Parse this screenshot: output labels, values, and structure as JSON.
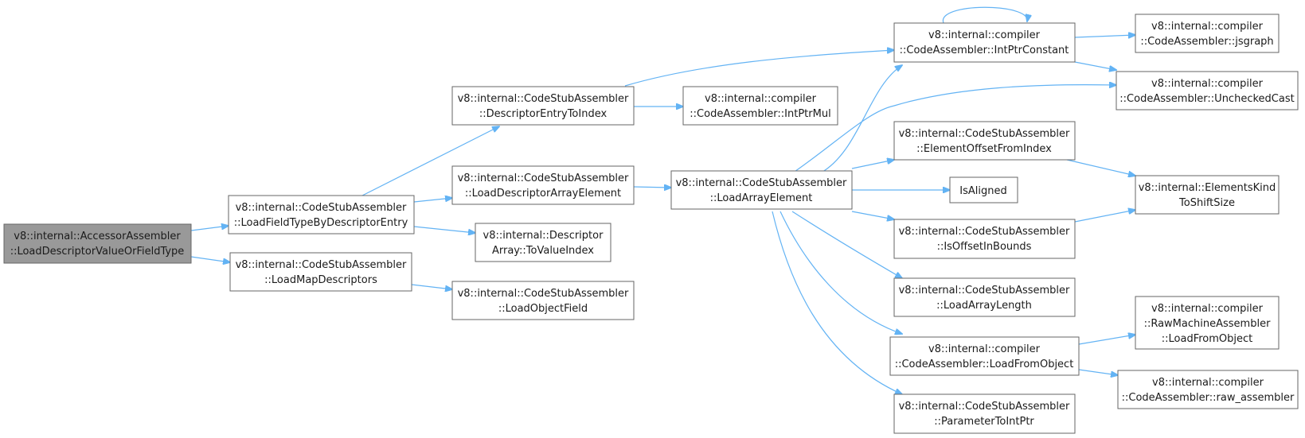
{
  "diagram": {
    "root": {
      "line1": "v8::internal::AccessorAssembler",
      "line2": "::LoadDescriptorValueOrFieldType"
    },
    "nodes": {
      "load_field_type": {
        "line1": "v8::internal::CodeStubAssembler",
        "line2": "::LoadFieldTypeByDescriptorEntry"
      },
      "load_map_descriptors": {
        "line1": "v8::internal::CodeStubAssembler",
        "line2": "::LoadMapDescriptors"
      },
      "descriptor_entry_to_index": {
        "line1": "v8::internal::CodeStubAssembler",
        "line2": "::DescriptorEntryToIndex"
      },
      "load_descriptor_array_element": {
        "line1": "v8::internal::CodeStubAssembler",
        "line2": "::LoadDescriptorArrayElement"
      },
      "to_value_index": {
        "line1": "v8::internal::Descriptor",
        "line2": "Array::ToValueIndex"
      },
      "load_object_field": {
        "line1": "v8::internal::CodeStubAssembler",
        "line2": "::LoadObjectField"
      },
      "intptr_mul": {
        "line1": "v8::internal::compiler",
        "line2": "::CodeAssembler::IntPtrMul"
      },
      "load_array_element": {
        "line1": "v8::internal::CodeStubAssembler",
        "line2": "::LoadArrayElement"
      },
      "intptr_constant": {
        "line1": "v8::internal::compiler",
        "line2": "::CodeAssembler::IntPtrConstant"
      },
      "element_offset_from_index": {
        "line1": "v8::internal::CodeStubAssembler",
        "line2": "::ElementOffsetFromIndex"
      },
      "is_aligned": {
        "line1": "IsAligned"
      },
      "is_offset_in_bounds": {
        "line1": "v8::internal::CodeStubAssembler",
        "line2": "::IsOffsetInBounds"
      },
      "load_array_length": {
        "line1": "v8::internal::CodeStubAssembler",
        "line2": "::LoadArrayLength"
      },
      "load_from_object": {
        "line1": "v8::internal::compiler",
        "line2": "::CodeAssembler::LoadFromObject"
      },
      "parameter_to_intptr": {
        "line1": "v8::internal::CodeStubAssembler",
        "line2": "::ParameterToIntPtr"
      },
      "jsgraph": {
        "line1": "v8::internal::compiler",
        "line2": "::CodeAssembler::jsgraph"
      },
      "unchecked_cast": {
        "line1": "v8::internal::compiler",
        "line2": "::CodeAssembler::UncheckedCast"
      },
      "elements_kind_to_shift_size": {
        "line1": "v8::internal::ElementsKind",
        "line2": "ToShiftSize"
      },
      "rma_load_from_object": {
        "line1": "v8::internal::compiler",
        "line2": "::RawMachineAssembler",
        "line3": "::LoadFromObject"
      },
      "raw_assembler": {
        "line1": "v8::internal::compiler",
        "line2": "::CodeAssembler::raw_assembler"
      }
    },
    "colors": {
      "edge": "#63b3f4",
      "root_fill": "#999999",
      "node_border": "#666666"
    }
  }
}
